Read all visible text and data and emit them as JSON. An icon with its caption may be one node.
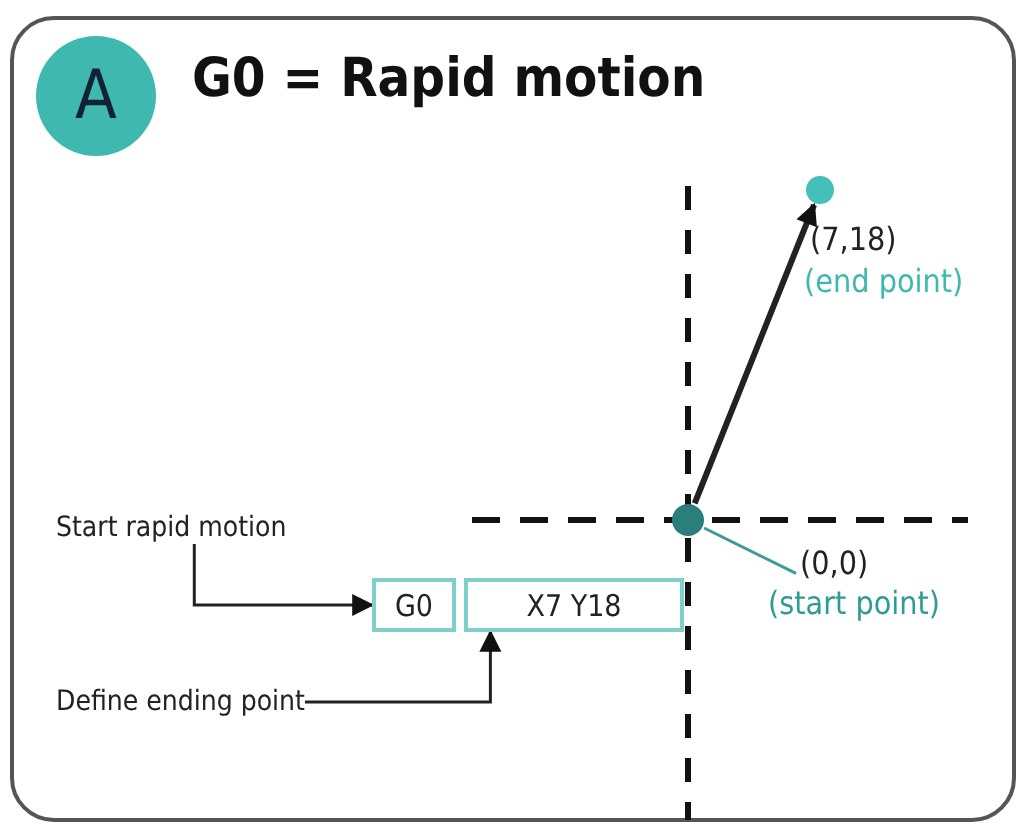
{
  "diagram": {
    "title": "G0 = Rapid motion",
    "nodes": [
      {
        "text": [
          "A"
        ]
      },
      {
        "text": [
          "Start rapid motion"
        ]
      },
      {
        "text": [
          "G0"
        ]
      },
      {
        "text": [
          "X7 Y18"
        ]
      },
      {
        "text": [
          "Define ending point"
        ]
      },
      {
        "text": [],
        "shape": "circle"
      },
      {
        "text": [
          "(0,0)",
          "(start point)"
        ]
      },
      {
        "text": [],
        "shape": "circle",
        "beside": [
          "(7,18)",
          "(end point)"
        ]
      }
    ],
    "edges": [
      {
        "from": 1,
        "to": 2,
        "arrow": "to"
      },
      {
        "from": 4,
        "to": 3,
        "arrow": "to"
      },
      {
        "from": 5,
        "to": 7,
        "arrow": "to",
        "style": "thick"
      },
      {
        "from": 6,
        "to": 5,
        "arrow": "none",
        "color": "#3a9c96"
      }
    ]
  }
}
